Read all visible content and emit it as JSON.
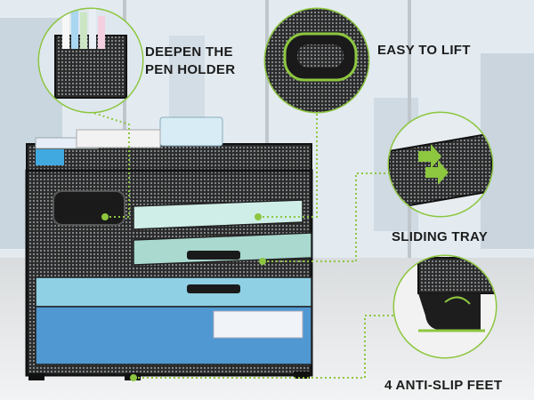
{
  "features": {
    "pen_holder_line1": "DEEPEN THE",
    "pen_holder_line2": "PEN HOLDER",
    "easy_lift": "EASY TO LIFT",
    "sliding_tray": "SLIDING TRAY",
    "anti_slip": "4 ANTI-SLIP FEET"
  },
  "colors": {
    "accent_green": "#8dc63f",
    "frame_black": "#1a1a1a",
    "tray_blue": "#5aa7d6"
  }
}
